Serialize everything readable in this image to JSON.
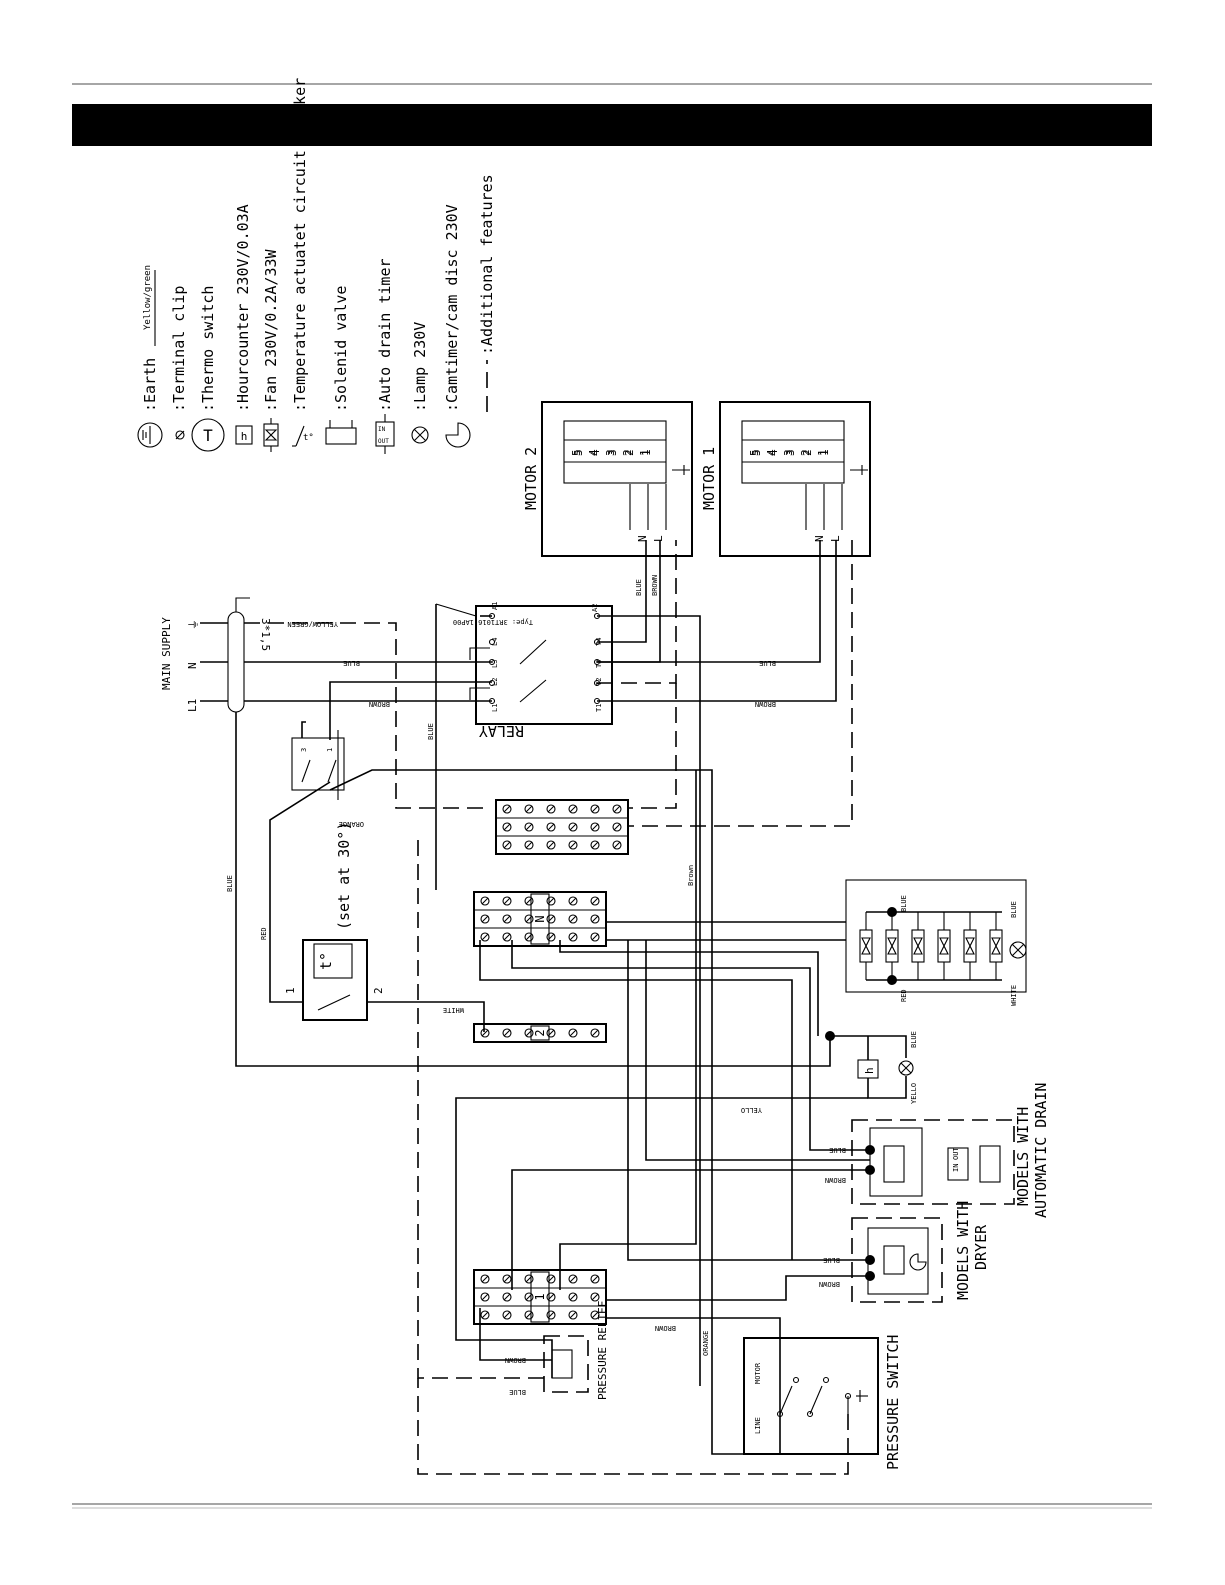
{
  "legend": {
    "earth": ":Earth",
    "earth_wire": "Yellow/green",
    "terminal_clip": ":Terminal clip",
    "thermo_switch": ":Thermo switch",
    "hourcounter": ":Hourcounter 230V/0.03A",
    "fan": ":Fan 230V/0.2A/33W",
    "tcb": ":Temperature actuatet circuit breaker",
    "solenoid": ":Solenid valve",
    "auto_drain": ":Auto drain timer",
    "lamp": ":Lamp 230V",
    "camtimer": ":Camtimer/cam disc 230V",
    "additional": ":Additional features"
  },
  "symbols": {
    "thermo": "T",
    "hourcounter": "h",
    "in": "IN",
    "out": "OUT",
    "tcb": "t°"
  },
  "components": {
    "motor1": "MOTOR 1",
    "motor2": "MOTOR 2",
    "n": "N",
    "l": "L",
    "main_supply": "MAIN SUPPLY",
    "l1": "L1",
    "cable": "3*1,5",
    "relay": "RELAY",
    "relay_type": "Type: 3RT1016-1AP00",
    "a1": "A1",
    "a2": "A2",
    "l1_term": "L1",
    "l2": "L2",
    "l3": "L3",
    "l4": "L4",
    "t1": "T1",
    "t2": "T2",
    "t3": "T3",
    "t4": "T4",
    "set_at": "(set at 30°)",
    "deg": "t°",
    "tcb_1": "1",
    "tcb_2": "2",
    "sw_1": "1",
    "sw_3": "3",
    "block_n": "N",
    "block_2": "2",
    "block_1": "1",
    "auto_drain_1": "MODELS WITH",
    "auto_drain_2": "AUTOMATIC DRAIN",
    "dryer_1": "MODELS WITH",
    "dryer_2": "DRYER",
    "pressure_relief": "PRESSURE RELIEF",
    "pressure_switch": "PRESSURE SWITCH",
    "motor": "MOTOR",
    "line": "LINE"
  },
  "motor_terminals": [
    "5",
    "4",
    "3",
    "2",
    "1"
  ],
  "wires": {
    "yellow_green": "YELLOW/GREEN",
    "blue": "BLUE",
    "brown": "BROWN",
    "brown_lc": "Brown",
    "orange": "ORANGE",
    "red": "RED",
    "white": "WHITE",
    "yello": "YELLO"
  }
}
